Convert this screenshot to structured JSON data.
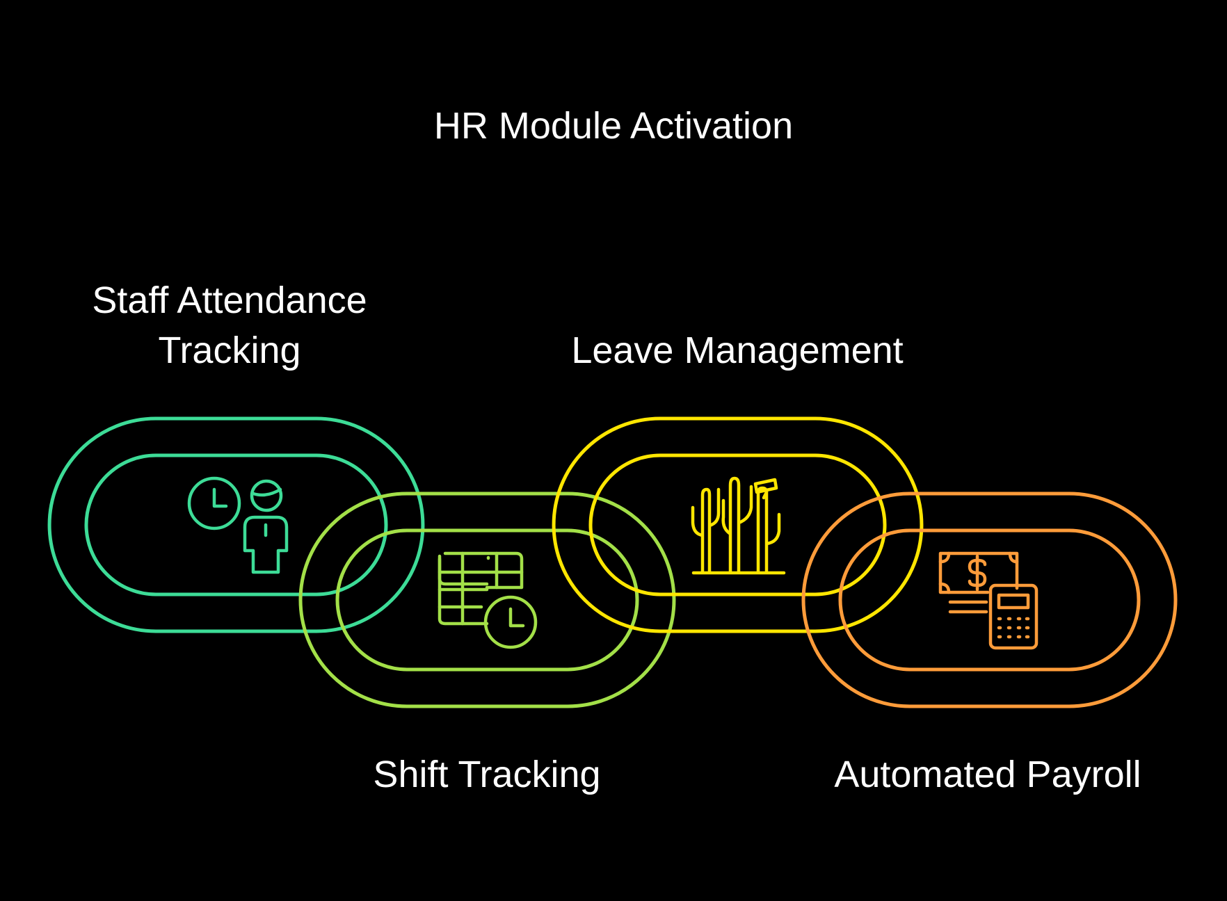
{
  "title": "HR Module Activation",
  "steps": [
    {
      "label": "Staff Attendance Tracking",
      "color": "#3ddc97",
      "icon": "clock-and-person-icon"
    },
    {
      "label": "Shift Tracking",
      "color": "#a3e048",
      "icon": "calendar-clock-icon"
    },
    {
      "label": "Leave Management",
      "color": "#ffe600",
      "icon": "trees-signpost-icon"
    },
    {
      "label": "Automated Payroll",
      "color": "#ff9c3a",
      "icon": "money-calculator-icon"
    }
  ]
}
